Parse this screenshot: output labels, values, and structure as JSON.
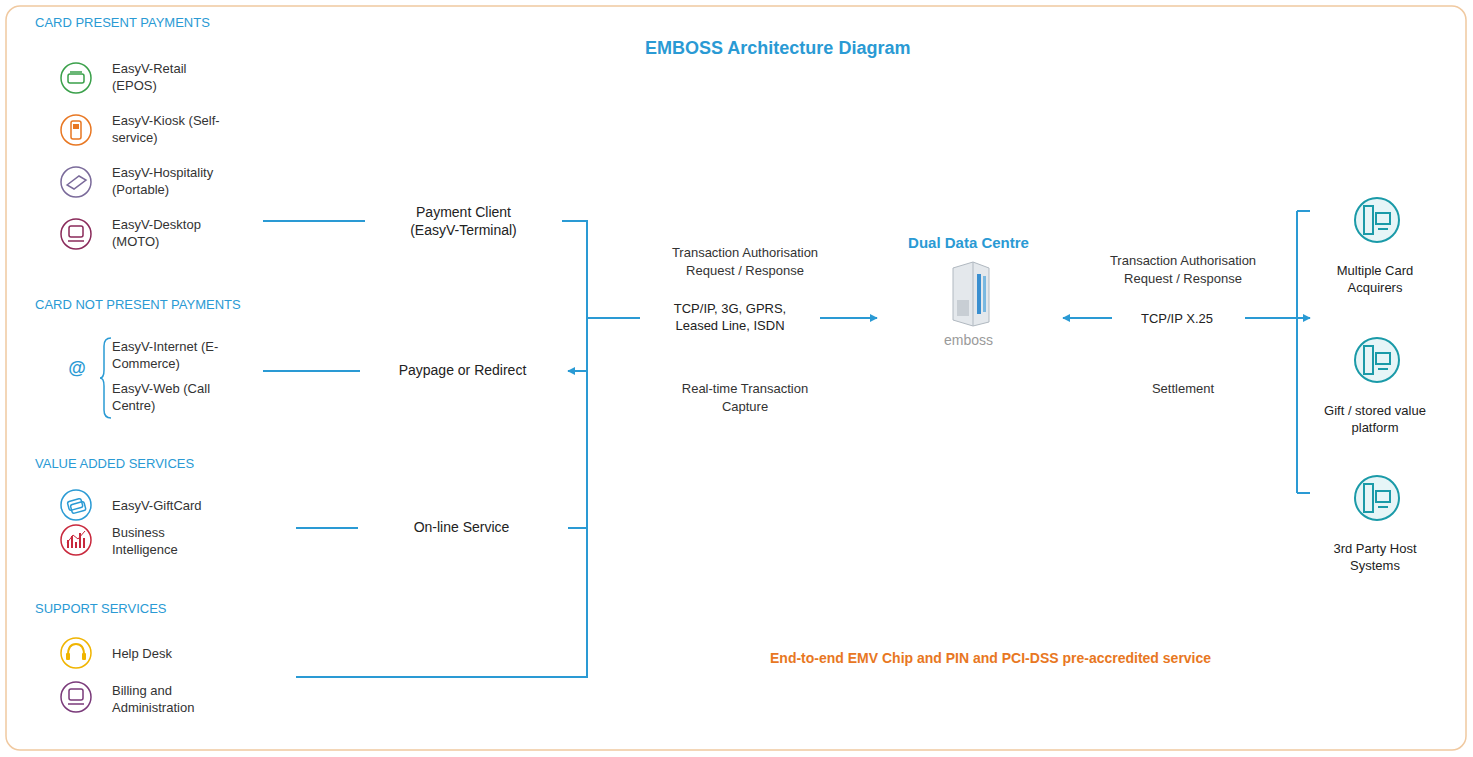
{
  "diagram": {
    "title": "EMBOSS Architecture Diagram",
    "nodes": [
      {
        "text": [
          "CARD PRESENT PAYMENTS"
        ]
      },
      {
        "text": [
          "EasyV-Retail (EPOS)",
          "EasyV-Kiosk (Self-service)",
          "EasyV-Hospitality (Portable)",
          "EasyV-Desktop (MOTO)"
        ],
        "in": 0
      },
      {
        "text": [
          "Payment Client (EasyV-Terminal)"
        ],
        "in": 0
      },
      {
        "text": [
          "CARD NOT PRESENT PAYMENTS"
        ]
      },
      {
        "text": [
          "EasyV-Internet (E-Commerce)",
          "EasyV-Web (Call Centre)"
        ],
        "in": 3
      },
      {
        "text": [
          "@"
        ],
        "in": 4
      },
      {
        "text": [
          "Paypage or Redirect"
        ],
        "in": 3
      },
      {
        "text": [
          "VALUE ADDED SERVICES",
          "EasyV-GiftCard",
          "Business Intelligence"
        ]
      },
      {
        "text": [
          "On-line Service"
        ]
      },
      {
        "text": [
          "SUPPORT SERVICES",
          "Help Desk",
          "Billing and Administration"
        ]
      },
      {
        "text": [
          "End-to-end EMV Chip and PIN and PCI-DSS pre-accredited service"
        ]
      },
      {
        "text": [
          "TCP/IP, 3G, GPRS, Leased Line, ISDN"
        ],
        "in": 10
      },
      {
        "text": [
          "Dual Data Centre",
          "emboss"
        ],
        "in": 10
      },
      {
        "text": [
          "TCP/IP X.25"
        ],
        "in": 10
      },
      {
        "text": [
          "Multiple Card Acquirers",
          "Gift / stored value platform",
          "3rd Party Host Systems"
        ]
      }
    ],
    "edges": [
      {
        "from": 1,
        "to": 2,
        "arrow": "none"
      },
      {
        "from": 4,
        "to": 6,
        "arrow": "none"
      },
      {
        "from": 7,
        "to": 8,
        "arrow": "none"
      },
      {
        "from": 11,
        "to": 2,
        "arrow": "none"
      },
      {
        "from": 11,
        "to": 6,
        "arrow": "to"
      },
      {
        "from": 11,
        "to": 8,
        "arrow": "none"
      },
      {
        "from": 11,
        "to": 9,
        "arrow": "none"
      },
      {
        "from": 11,
        "to": 12,
        "arrow": "to"
      },
      {
        "from": 13,
        "to": 12,
        "arrow": "to"
      },
      {
        "from": 13,
        "to": 14,
        "arrow": "to"
      }
    ],
    "labels": [
      "Transaction Authorisation Request / Response",
      "Real-time Transaction Capture",
      "Transaction Authorisation Request / Response",
      "Settlement"
    ]
  }
}
